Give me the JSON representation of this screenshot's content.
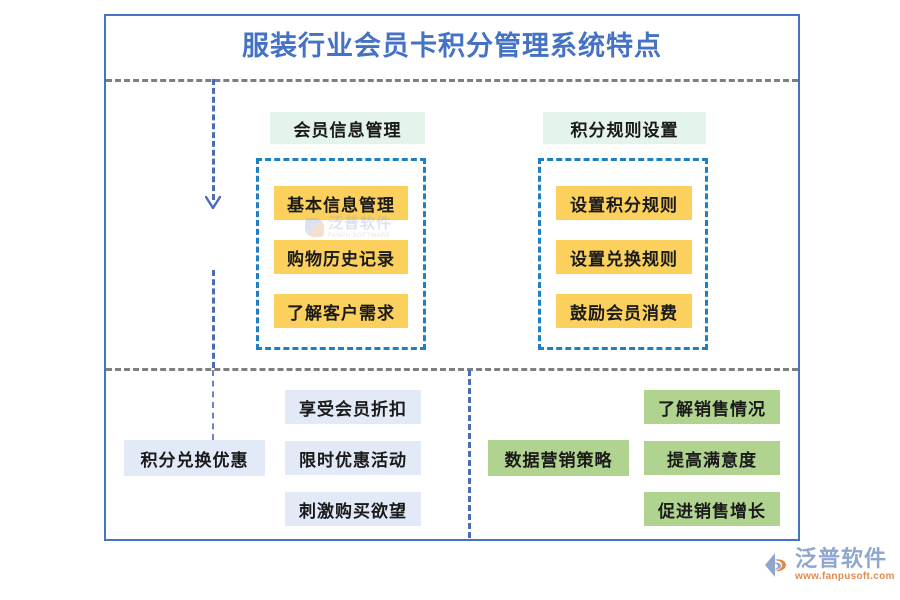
{
  "title": "服装行业会员卡积分管理系统特点",
  "colors": {
    "frame_border": "#4472C4",
    "title_text": "#4472C4",
    "separator_dashed": "#7F7F7F",
    "connector_dashdot": "#4A6BB5",
    "group_dashed": "#1F7FC4",
    "header_box_bg": "#E4F4EA",
    "yellow_box_bg": "#FCD05C",
    "blue_box_bg": "#E2EAF7",
    "green_box_bg": "#B0D490",
    "brand_blue": "#8FA6CF",
    "brand_orange": "#E08B4E"
  },
  "quadrants": {
    "top_left": {
      "header": "会员信息管理",
      "items": [
        "基本信息管理",
        "购物历史记录",
        "了解客户需求"
      ]
    },
    "top_right": {
      "header": "积分规则设置",
      "items": [
        "设置积分规则",
        "设置兑换规则",
        "鼓励会员消费"
      ]
    },
    "bottom_left": {
      "label": "积分兑换优惠",
      "items": [
        "享受会员折扣",
        "限时优惠活动",
        "刺激购买欲望"
      ]
    },
    "bottom_right": {
      "label": "数据营销策略",
      "items": [
        "了解销售情况",
        "提高满意度",
        "促进销售增长"
      ]
    }
  },
  "watermark": {
    "name": "泛普软件",
    "subtitle": "FANPU SOFTWARE"
  },
  "brand": {
    "name": "泛普软件",
    "url": "www.fanpusoft.com"
  }
}
